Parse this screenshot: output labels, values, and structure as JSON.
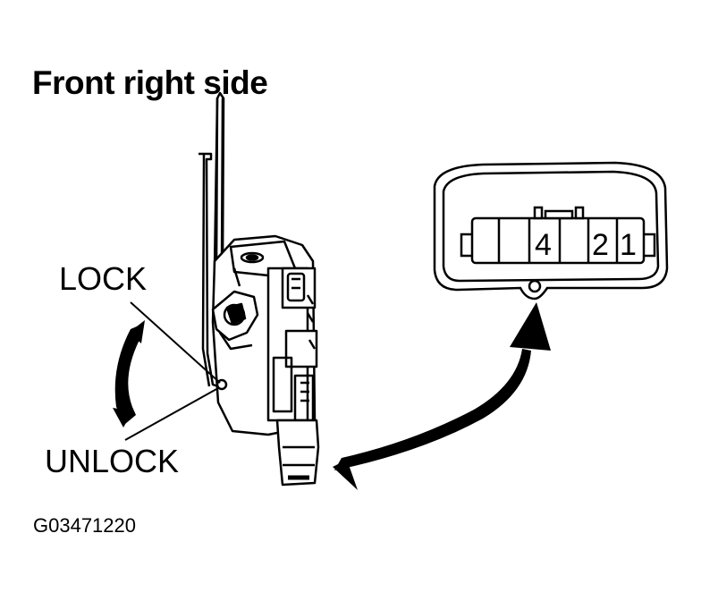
{
  "title": "Front right side",
  "labels": {
    "lock": "LOCK",
    "unlock": "UNLOCK"
  },
  "connector": {
    "pins": [
      {
        "id": "pin-4",
        "label": "4"
      },
      {
        "id": "pin-2",
        "label": "2"
      },
      {
        "id": "pin-1",
        "label": "1"
      }
    ]
  },
  "figure_code": "G03471220",
  "colors": {
    "ink": "#000000",
    "paper": "#ffffff"
  }
}
